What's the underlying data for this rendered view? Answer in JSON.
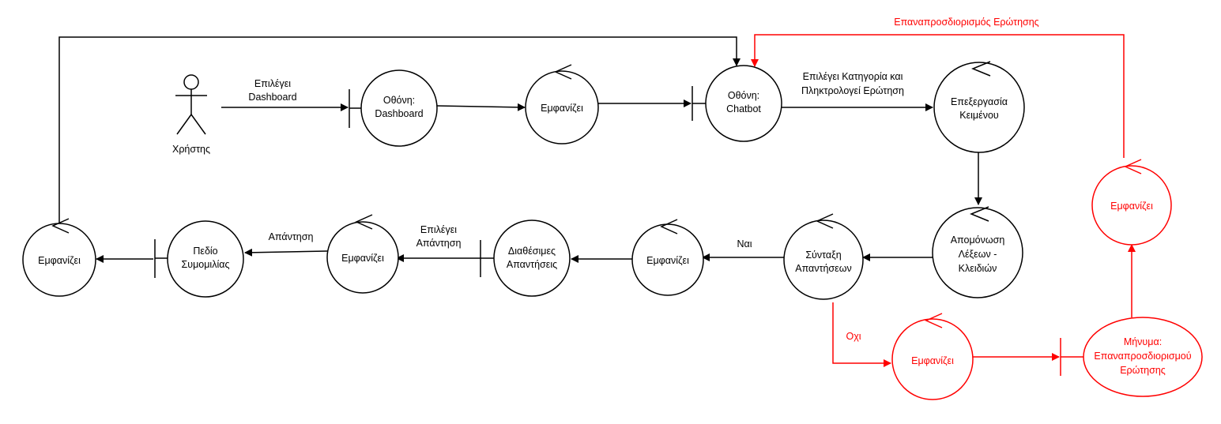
{
  "nodes": {
    "actor_label": "Χρήστης",
    "dashboard_screen": [
      "Οθόνη:",
      "Dashboard"
    ],
    "show_1": "Εμφανίζει",
    "chatbot_screen": [
      "Οθόνη:",
      "Chatbot"
    ],
    "text_processing": [
      "Επεξεργασία",
      "Κειμένου"
    ],
    "keyword_isolation": [
      "Απομόνωση",
      "Λέξεων -",
      "Κλειδιών"
    ],
    "answer_compose": [
      "Σύνταξη",
      "Απαντήσεων"
    ],
    "show_2": "Εμφανίζει",
    "available_answers": [
      "Διαθέσιμες",
      "Απαντήσεις"
    ],
    "show_3": "Εμφανίζει",
    "chat_field": [
      "Πεδίο",
      "Συμομιλίας"
    ],
    "show_4": "Εμφανίζει",
    "show_red_1": "Εμφανίζει",
    "rephrase_message": [
      "Μήνυμα:",
      "Επαναπροσδιορισμού",
      "Ερώτησης"
    ],
    "show_red_2": "Εμφανίζει"
  },
  "edge_labels": {
    "select_dashboard": [
      "Επιλέγει",
      "Dashboard"
    ],
    "select_category": [
      "Επιλέγει Κατηγορία και",
      "Πληκτρολογεί Ερώτηση"
    ],
    "yes": "Ναι",
    "no": "Οχι",
    "select_answer": [
      "Επιλέγει",
      "Απάντηση"
    ],
    "answer": "Απάντηση",
    "rephrase_question": "Επαναπροσδιορισμός Ερώτησης"
  },
  "colors": {
    "main": "#000000",
    "alternate_flow": "#ff0000",
    "background": "#ffffff"
  }
}
